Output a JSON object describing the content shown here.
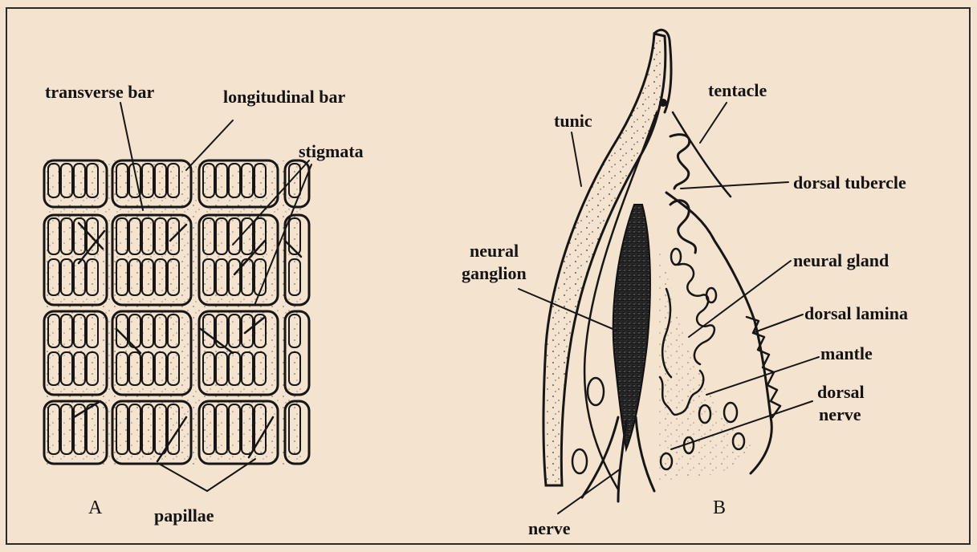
{
  "panel_a": {
    "letter": "A",
    "labels": {
      "transverse_bar": "transverse bar",
      "longitudinal_bar": "longitudinal bar",
      "stigmata": "stigmata",
      "papillae": "papillae"
    }
  },
  "panel_b": {
    "letter": "B",
    "labels": {
      "tunic": "tunic",
      "tentacle": "tentacle",
      "dorsal_tubercle": "dorsal tubercle",
      "neural_ganglion_line1": "neural",
      "neural_ganglion_line2": "ganglion",
      "neural_gland": "neural gland",
      "dorsal_lamina": "dorsal lamina",
      "mantle": "mantle",
      "dorsal_nerve_line1": "dorsal",
      "dorsal_nerve_line2": "nerve",
      "nerve": "nerve"
    }
  },
  "colors": {
    "background": "#f4e4cf",
    "ink": "#161616",
    "frame": "#2a2a2a"
  }
}
